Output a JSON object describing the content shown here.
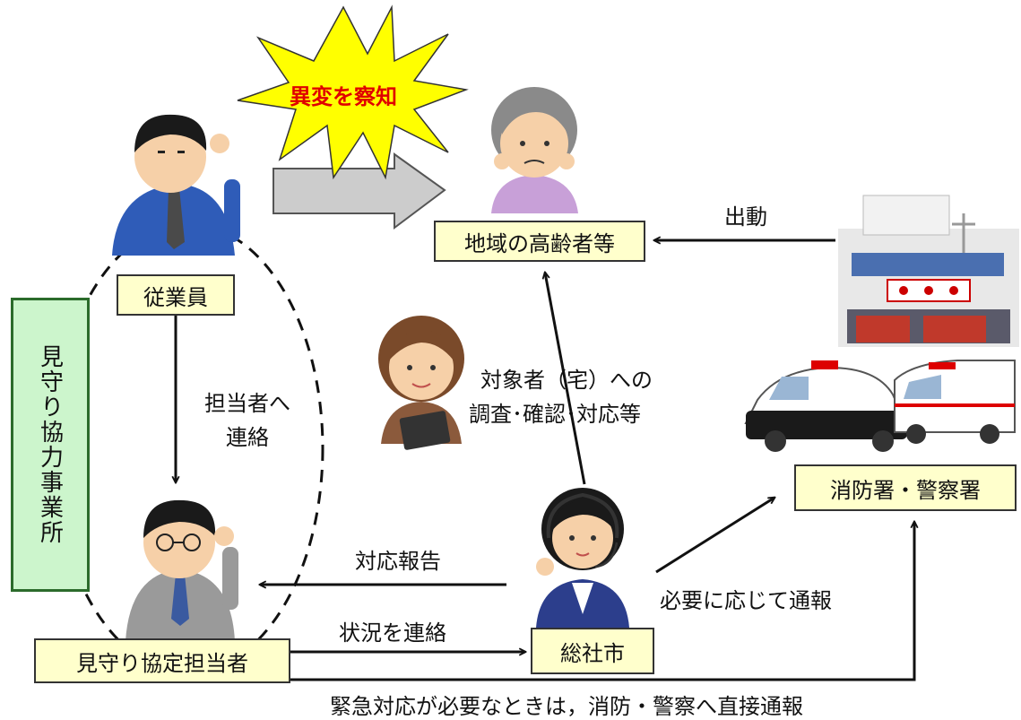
{
  "colors": {
    "box_fill": "#ffffcc",
    "box_border": "#333333",
    "side_fill": "#ccf5cc",
    "side_border": "#2b6b2b",
    "burst_fill": "#ffff00",
    "burst_text": "#e00000",
    "big_arrow": "#cccccc"
  },
  "icons": [
    "worker-icon",
    "elderly-person-icon",
    "female-staff-icon",
    "coordinator-icon",
    "operator-icon",
    "fire-station-icon",
    "police-car-icon",
    "ambulance-icon"
  ],
  "burst_label": "異変を察知",
  "side_label": "見守り協力事業所",
  "nodes": {
    "employee": "従業員",
    "elderly": "地域の高齢者等",
    "fire_police": "消防署・警察署",
    "coordinator": "見守り協定担当者",
    "city": "総社市"
  },
  "edges": {
    "dispatch": "出動",
    "contact_line1": "担当者へ",
    "contact_line2": "連絡",
    "investigate_line1": "対象者（宅）への",
    "investigate_line2": "調査･確認･対応等",
    "report": "対応報告",
    "status": "状況を連絡",
    "notify_if_needed": "必要に応じて通報",
    "emergency": "緊急対応が必要なときは，消防・警察へ直接通報"
  }
}
